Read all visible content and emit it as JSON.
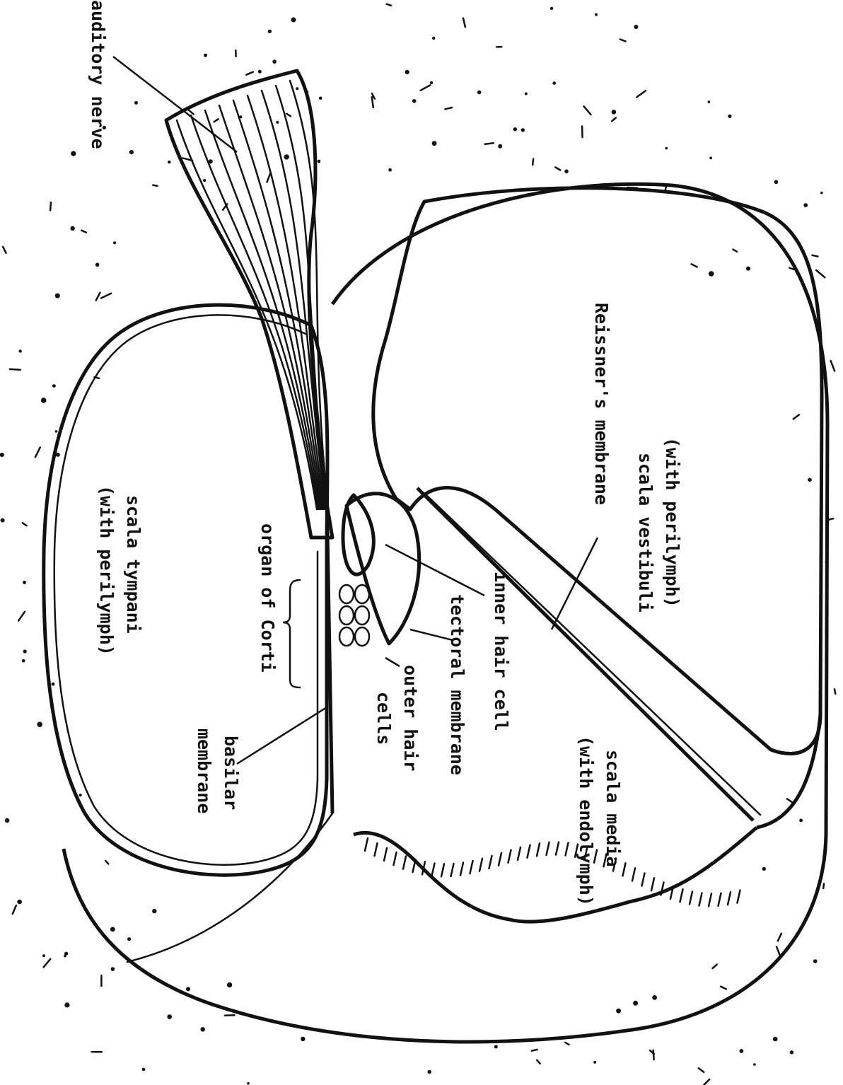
{
  "diagram": {
    "labels": {
      "auditory_nerve": "auditory nerve",
      "reissners_membrane": "Reissner's membrane",
      "scala_vestibuli": "scala vestibuli",
      "scala_vestibuli_sub": "(with perilymph)",
      "organ_of_corti": "organ of Corti",
      "inner_hair_cell": "inner hair cell",
      "tectoral_membrane": "tectoral membrane",
      "outer_hair_cells_1": "outer hair",
      "outer_hair_cells_2": "cells",
      "scala_tympani": "scala tympani",
      "scala_tympani_sub": "(with perilymph)",
      "basilar_membrane_1": "basilar",
      "basilar_membrane_2": "membrane",
      "scala_media": "scala media",
      "scala_media_sub": "(with endolymph)"
    }
  }
}
